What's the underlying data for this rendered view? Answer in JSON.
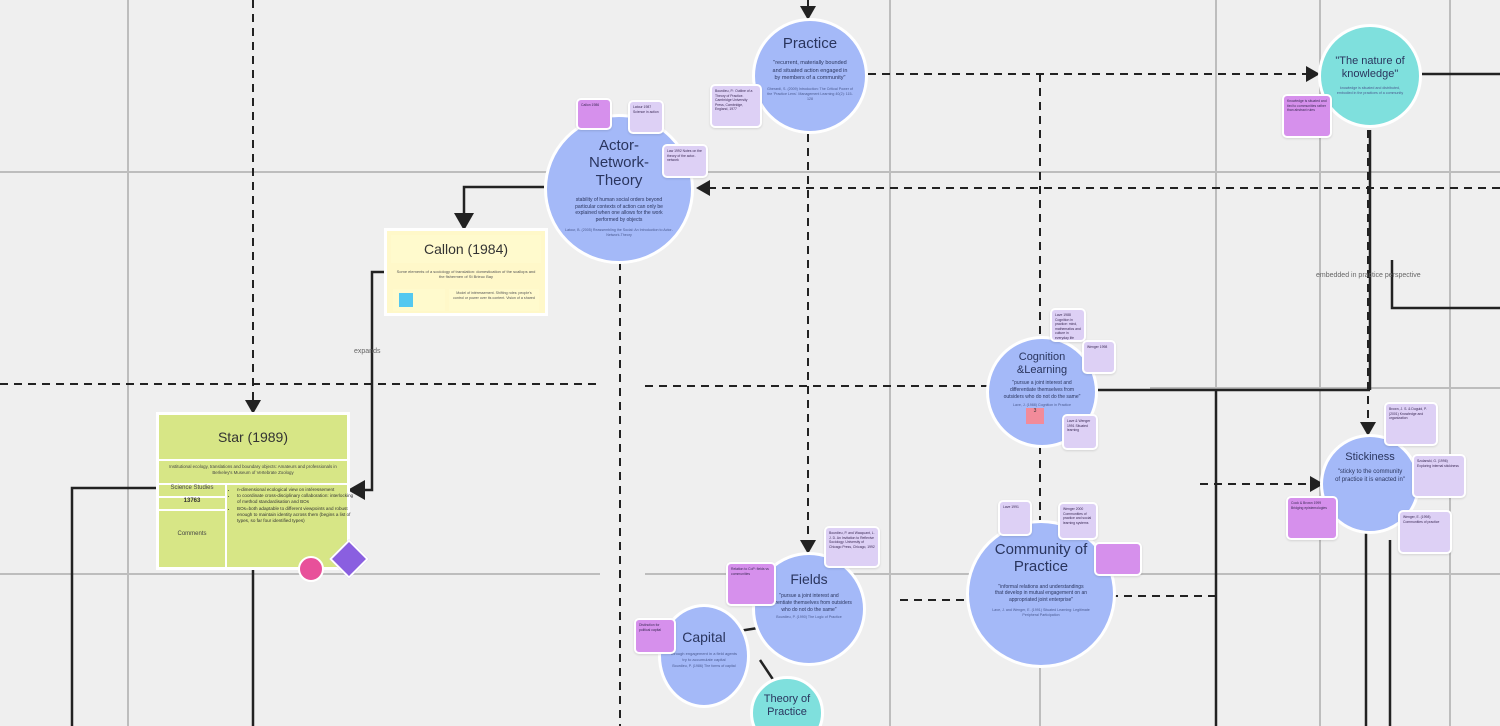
{
  "nodes": {
    "practice": {
      "title": "Practice",
      "quote": "\"recurrent, materially bounded and situated action engaged in by members of a community\"",
      "ref": "Gherardi, S. (2009) Introduction: The Critical Power of the 'Practice Lens'. Management Learning 40(2): 115-128"
    },
    "ant": {
      "title": "Actor-Network-Theory",
      "quote": "stability of human social orders beyond particular contexts of action can only be explained when one allows for the work performed by objects",
      "ref": "Latour, B. (2005) Reassembling the Social: An Introduction to Actor-Network-Theory"
    },
    "nature": {
      "title": "\"The nature of knowledge\"",
      "quote": "knowledge is situated and distributed, embodied in the practices of a community"
    },
    "cognition": {
      "title": "Cognition &Learning",
      "quote": "\"pursue a joint interest and differentiate themselves from outsiders who do not do the same\"",
      "ref": "Lave, J. (1988) Cognition in Practice",
      "marker": "3"
    },
    "stickiness": {
      "title": "Stickiness",
      "quote": "\"sticky to the community of practice it is enacted in\""
    },
    "fields": {
      "title": "Fields",
      "quote": "\"pursue a joint interest and differentiate themselves from outsiders who do not do the same\"",
      "ref": "Bourdieu, P. (1990) The Logic of Practice"
    },
    "capital": {
      "title": "Capital",
      "quote": "through engagement in a field agents try to accumulate capital",
      "ref": "Bourdieu, P. (1986) The forms of capital"
    },
    "theory_practice": {
      "title": "Theory of Practice"
    },
    "cop": {
      "title": "Community of Practice",
      "quote": "\"informal relations and understandings that develop in mutual engagement on an appropriated joint enterprise\"",
      "ref": "Lave, J. and Wenger, E. (1991) Situated Learning: Legitimate Peripheral Participation"
    }
  },
  "callon": {
    "title": "Callon (1984)",
    "text": "Some elements of a sociology of translation: domestication of the scallops and the fishermen of St Brieuc Bay",
    "cell": "Model of intéressement. Shifting roles: people's control or power over its content. Vision of a shared",
    "swatch_color": "#54c8f0"
  },
  "star": {
    "title": "Star (1989)",
    "subtitle": "Institutional ecology, translations and boundary objects: Amateurs and professionals in Berkeley's Museum of Vertebrate Zoology",
    "field_label": "Science Studies",
    "count": "13763",
    "comments_label": "Comments",
    "bullets": [
      "n-dimensional ecological view on intéressement",
      "to coordinate cross-disciplinary collaboration: interlocking of method standardisation and BOs",
      "BOs=both adaptable to different viewpoints and robust enough to maintain identity across them (begins a list of types, so far four identified types)"
    ]
  },
  "labels": {
    "expands": "expands",
    "embedded": "embedded in practice perspective"
  },
  "notes": {
    "practice_ref": "Bourdieu, P.: Outline of a Theory of Practice. Cambridge University Press, Cambridge, England, 1977",
    "ant_1": "Callon 1986",
    "ant_2": "Latour 1987 Science in action",
    "ant_3": "Law 1992 Notes on the theory of the actor-network",
    "nature_note": "Knowledge is situated and tied to communities rather than abstract rules",
    "cognition_1": "Lave 1988 Cognition in practice: mind, mathematics and culture in everyday life",
    "cognition_2": "Wenger 1998",
    "cognition_3": "Lave & Wenger 1991 Situated learning",
    "stick_1": "Brown, J. S. & Duguid, P. (2001) Knowledge and organization",
    "stick_2": "Szulanski, G. (1996) Exploring internal stickiness",
    "stick_3": "Cook & Brown 1999 Bridging epistemologies",
    "stick_4": "Wenger, E. (1998) Communities of practice",
    "fields_1": "Bourdieu, P. and Wacquant, L. J. D. An Invitation to Reflexive Sociology. University of Chicago Press, Chicago, 1992",
    "fields_2": "Relation to CoP: fields vs communities",
    "capital_1": "Distinction for political capital",
    "cop_1": "Lave 1991",
    "cop_2": "Wenger 2000 Communities of practice and social learning systems",
    "cop_3": ""
  },
  "colors": {
    "circle_blue": "#a4b9f8",
    "circle_teal": "#7fe0dd",
    "note_lavender": "#ddd0f5",
    "note_magenta": "#d690ec",
    "star_green": "#d7e686",
    "callon_yellow": "#fff8c9",
    "pink_dot": "#e8509a",
    "purple_diamond": "#8a5fe0"
  }
}
